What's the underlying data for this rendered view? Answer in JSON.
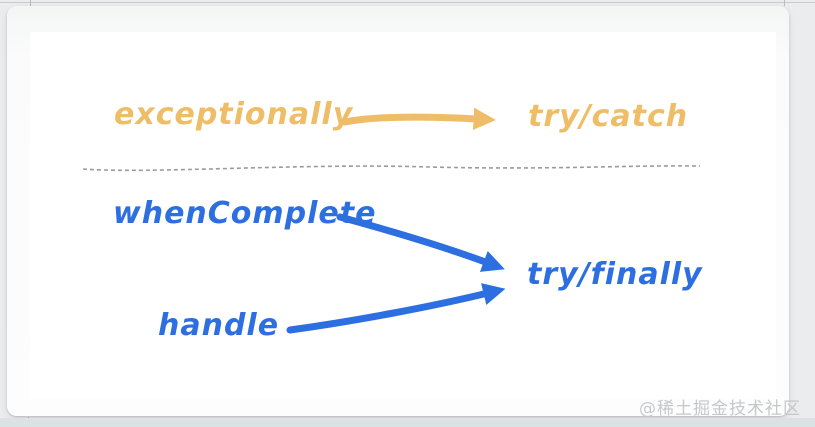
{
  "diagram": {
    "type": "hand-drawn mapping diagram",
    "mappings": [
      {
        "source": "exceptionally",
        "target": "try/catch",
        "color": "#efbd67"
      },
      {
        "source": "whenComplete",
        "target": "try/finally",
        "color": "#2d6ee0"
      },
      {
        "source": "handle",
        "target": "try/finally",
        "color": "#2d6ee0"
      }
    ],
    "divider": {
      "style": "dashed-horizontal-line",
      "color": "#9b9b9b"
    }
  },
  "colors": {
    "amber": "#efbd67",
    "blue": "#2d6ee0",
    "dashed_divider": "#9b9b9b",
    "page_background": "#ebeced",
    "card_background": "#ffffff",
    "footer_strip": "#dce1e4",
    "watermark_text": "#c5c7c9"
  },
  "watermark": {
    "text": "@稀土掘金技术社区"
  }
}
